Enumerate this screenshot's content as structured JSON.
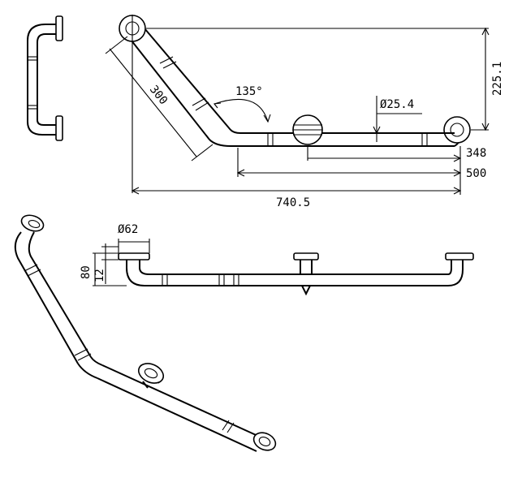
{
  "dimensions": {
    "arm_length": "300",
    "angle": "135°",
    "tube_diameter": "Ø25.4",
    "height": "225.1",
    "span_348": "348",
    "span_500": "500",
    "overall_length": "740.5",
    "flange_diameter": "Ø62",
    "projection": "80",
    "flange_thickness": "12"
  }
}
